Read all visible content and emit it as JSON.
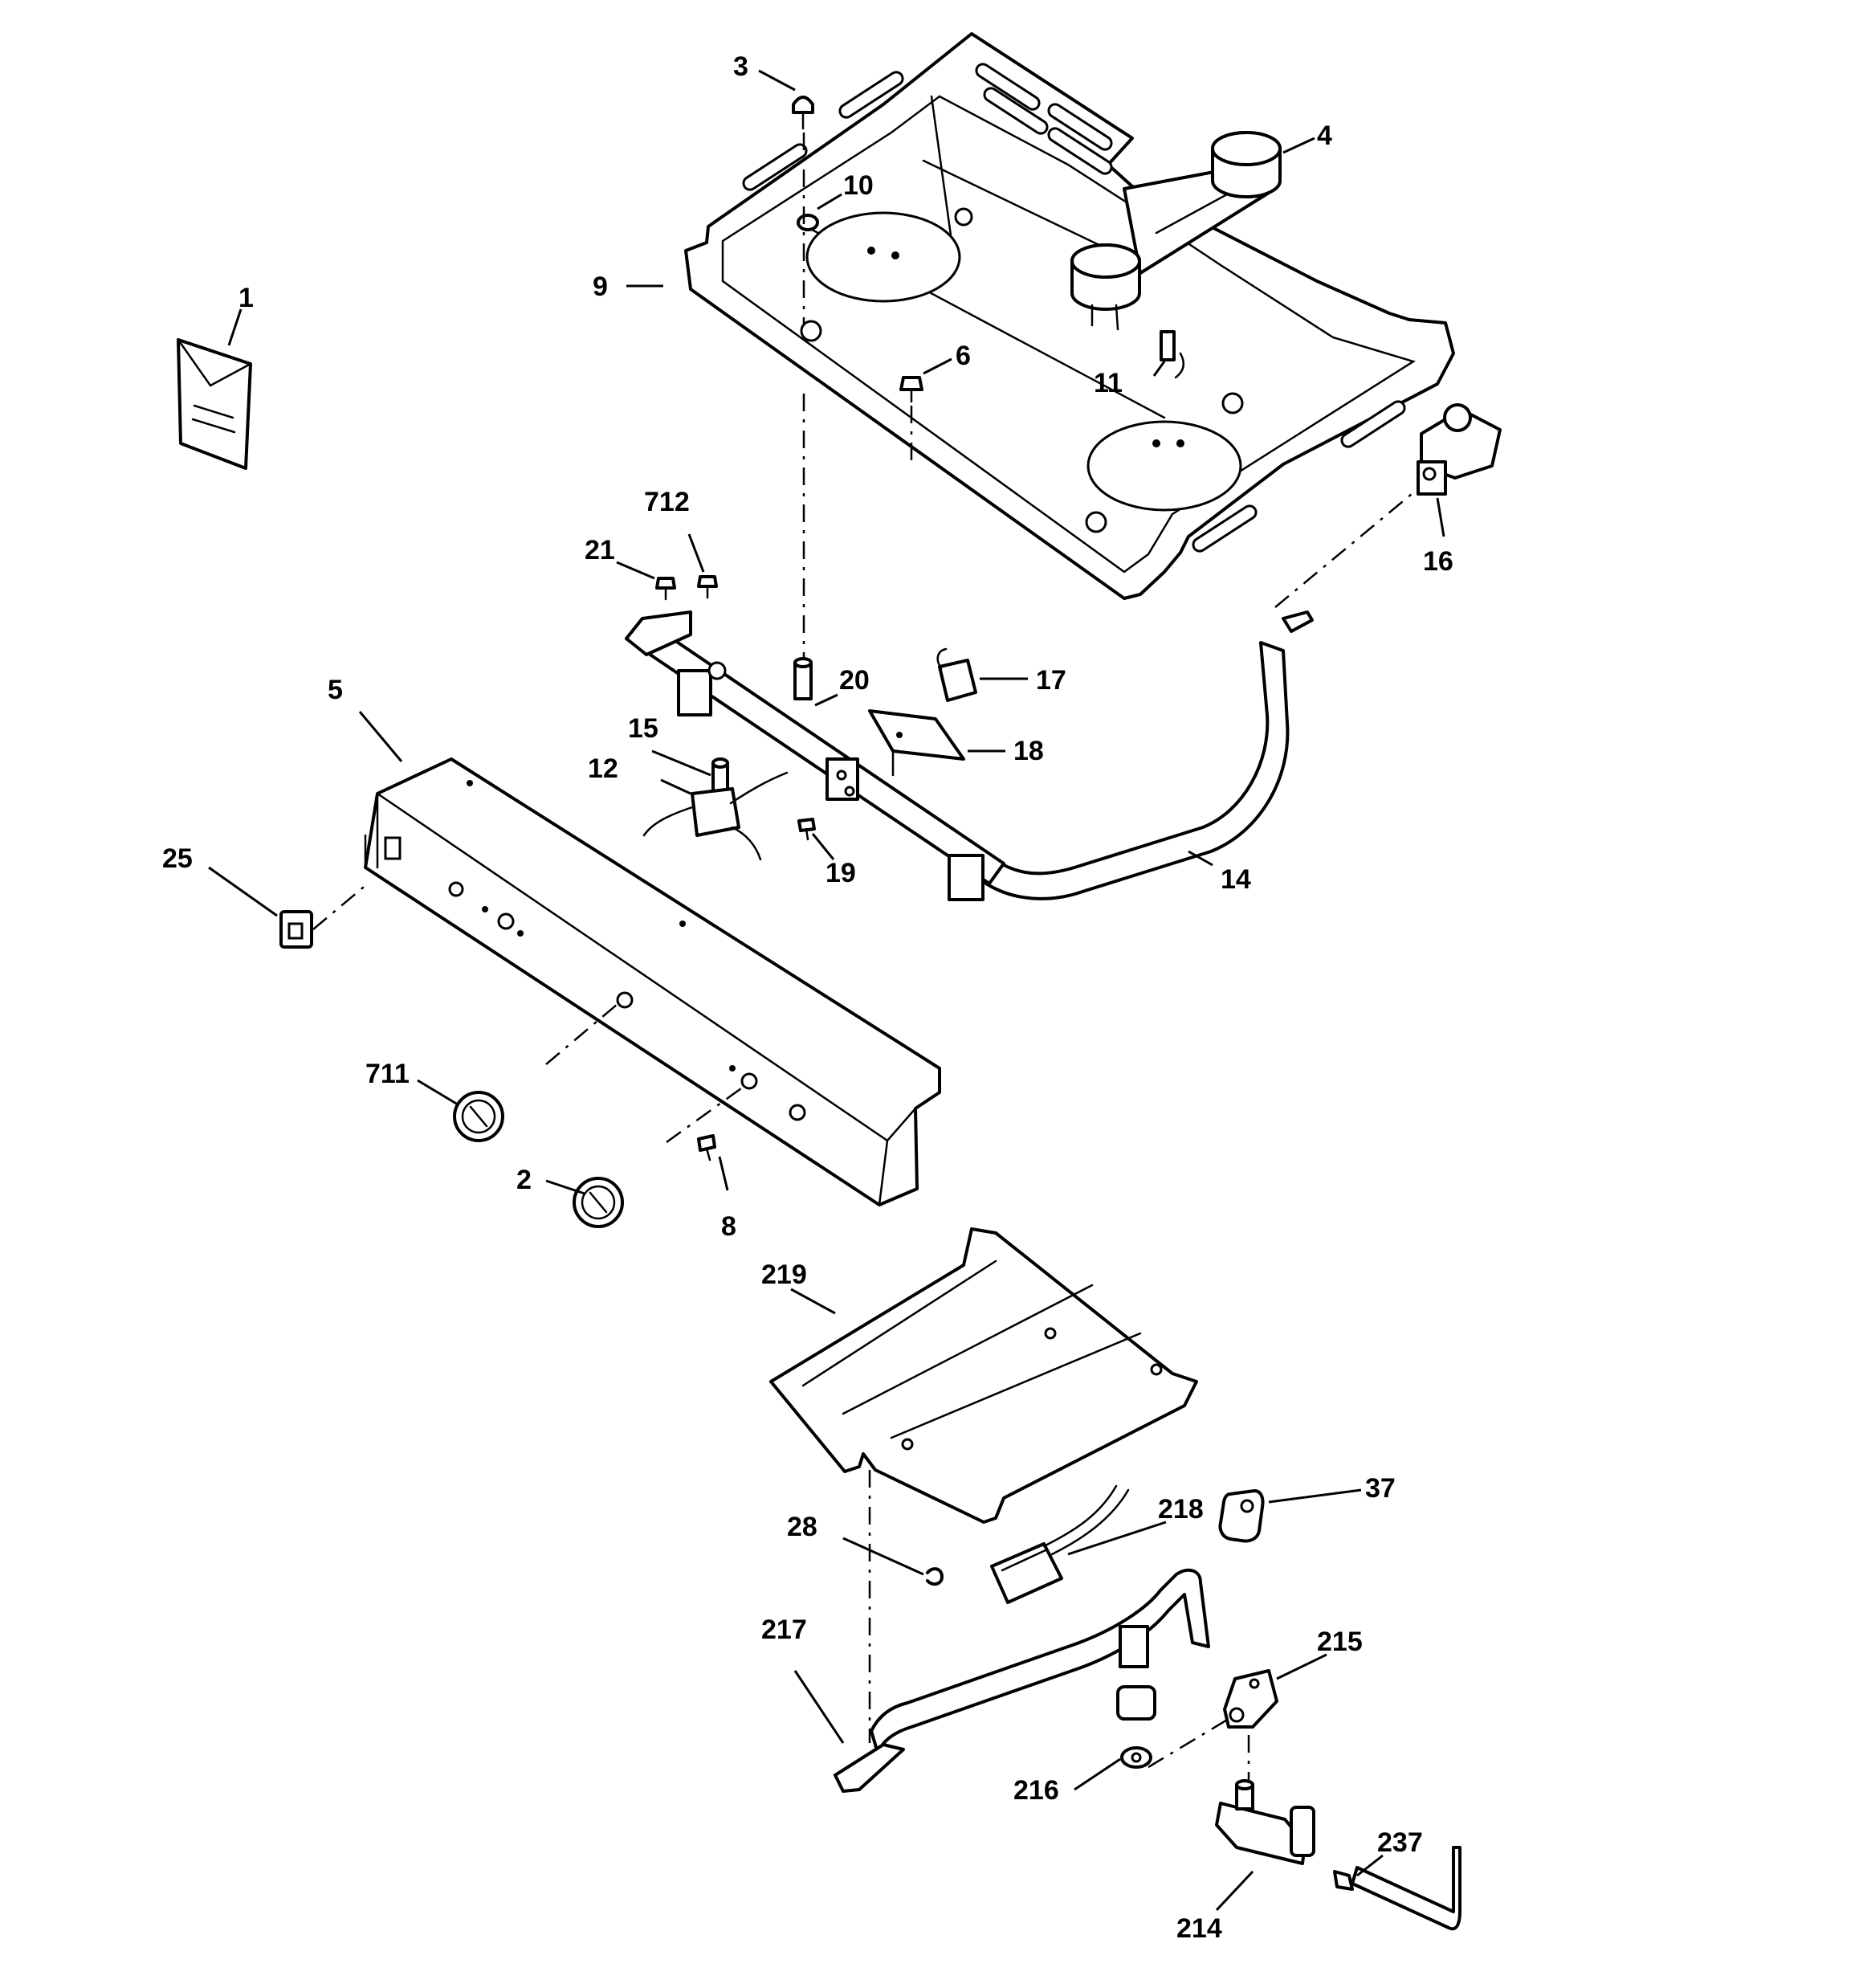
{
  "labels": {
    "p1": "1",
    "p2": "2",
    "p3": "3",
    "p4": "4",
    "p5": "5",
    "p6": "6",
    "p8": "8",
    "p9": "9",
    "p10": "10",
    "p11": "11",
    "p12": "12",
    "p14": "14",
    "p15": "15",
    "p16": "16",
    "p17": "17",
    "p18": "18",
    "p19": "19",
    "p20": "20",
    "p21": "21",
    "p25": "25",
    "p28": "28",
    "p37": "37",
    "p214": "214",
    "p215": "215",
    "p216": "216",
    "p217": "217",
    "p218": "218",
    "p219": "219",
    "p237": "237",
    "p711": "711",
    "p712": "712"
  },
  "colors": {
    "line": "#000000",
    "background": "#ffffff"
  }
}
